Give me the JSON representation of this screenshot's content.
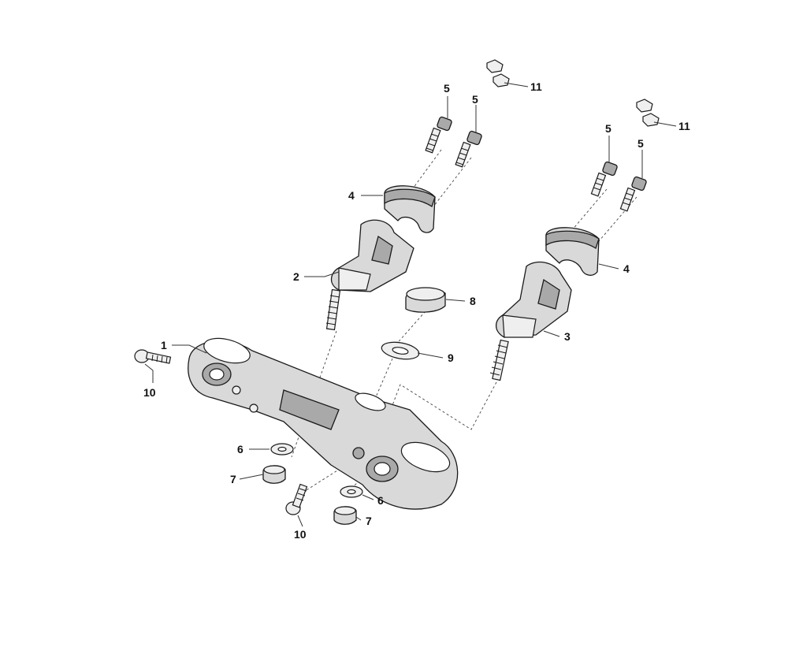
{
  "callouts": {
    "c1": "1",
    "c2": "2",
    "c3": "3",
    "c4a": "4",
    "c4b": "4",
    "c5a": "5",
    "c5b": "5",
    "c5c": "5",
    "c5d": "5",
    "c6a": "6",
    "c6b": "6",
    "c7a": "7",
    "c7b": "7",
    "c8": "8",
    "c9": "9",
    "c10a": "10",
    "c10b": "10",
    "c11a": "11",
    "c11b": "11"
  }
}
